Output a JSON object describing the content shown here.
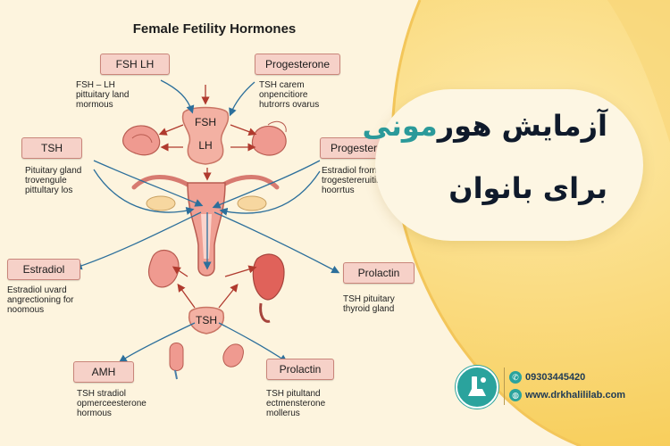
{
  "diagram": {
    "title": "Female Fetility Hormones",
    "center_hormone_top": "FSH",
    "center_hormone_bottom": "LH",
    "lower_center_hormone": "TSH",
    "labels": [
      {
        "id": "fsh-lh",
        "title": "FSH LH",
        "desc": "FSH – LH\npittuitary land\nmormous"
      },
      {
        "id": "progesterone-top",
        "title": "Progesterone",
        "desc": "TSH carem\nonpencitiore\nhutrorrs ovarus"
      },
      {
        "id": "tsh",
        "title": "TSH",
        "desc": "Pituitary gland\ntrovengule\npittultary los"
      },
      {
        "id": "progesterone-mid",
        "title": "Progesterone",
        "desc": "Estradiol from\ntrogestereruitine\nhoorrtus"
      },
      {
        "id": "estradiol",
        "title": "Estradiol",
        "desc": "Estradiol uvard\nangrectioning for\nnoomous"
      },
      {
        "id": "prolactin-mid",
        "title": "Prolactin",
        "desc": "TSH pituitary\nthyroid gland"
      },
      {
        "id": "amh",
        "title": "AMH",
        "desc": "TSH stradiol\nopmerceesterone\nhormous"
      },
      {
        "id": "prolactin-bottom",
        "title": "Prolactin",
        "desc": "TSH pitultand\nectmensterone\nmollerus"
      }
    ]
  },
  "headline": {
    "line1_dark": "آزمایش هور",
    "line1_teal": "مونی",
    "line2": "برای بانوان"
  },
  "contact": {
    "phone": "09303445420",
    "website": "www.drkhalililab.com",
    "phone_icon": "phone-icon",
    "web_icon": "globe-icon"
  },
  "colors": {
    "label_fill": "#f6d1c8",
    "arrow_blue": "#2c6f9b",
    "arrow_red": "#c0392b",
    "organ_pink": "#e88a8a",
    "teal": "#2b9a9a",
    "background_yellow": "#fbd670"
  }
}
